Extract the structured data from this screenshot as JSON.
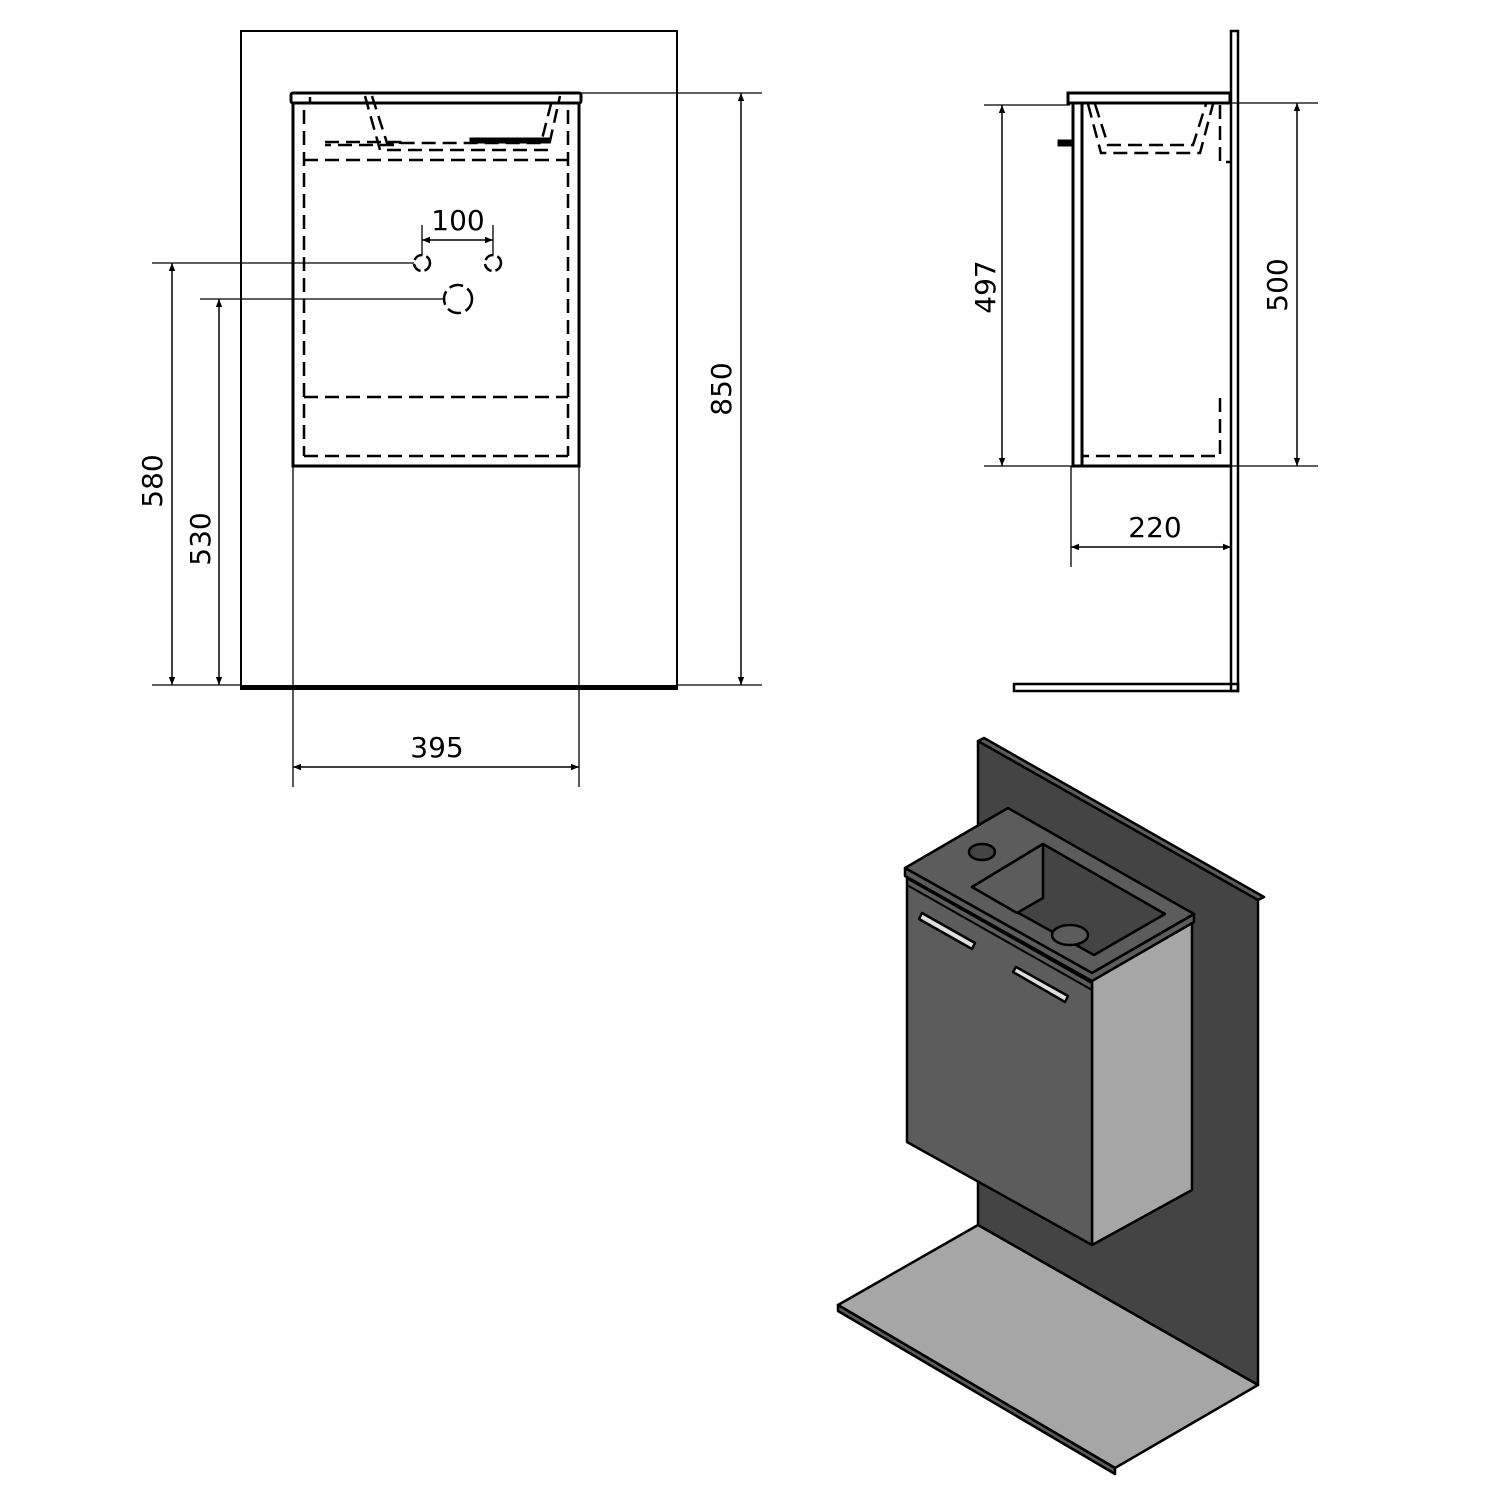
{
  "front_view": {
    "dim_height_total": "850",
    "dim_height_supply": "580",
    "dim_height_drain": "530",
    "dim_width": "395",
    "dim_tap_spacing": "100"
  },
  "side_view": {
    "dim_cabinet_height": "497",
    "dim_overall_height": "500",
    "dim_depth": "220"
  },
  "colors": {
    "line": "#000000",
    "wall_dark": "#444444",
    "cabinet_face": "#5c5c5c",
    "light_face": "#a6a6a6"
  }
}
